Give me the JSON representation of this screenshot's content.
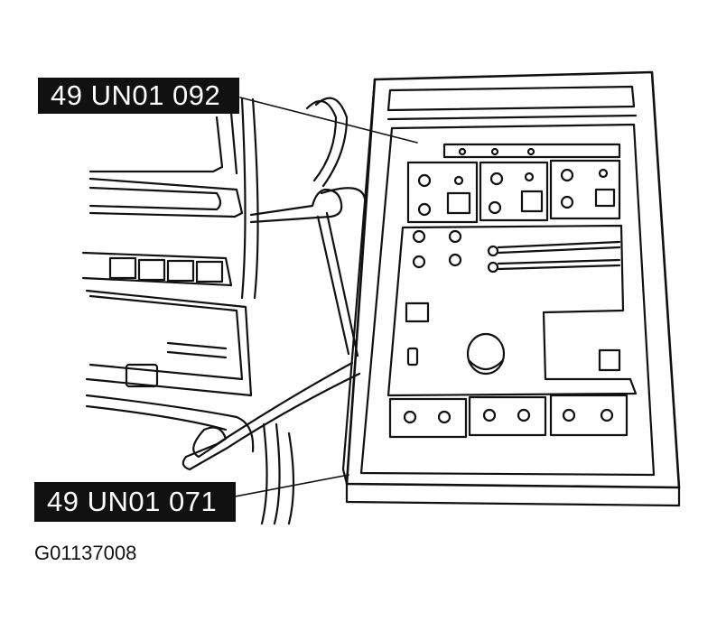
{
  "callouts": {
    "tester": "49 UN01 092",
    "cable": "49 UN01 071"
  },
  "figure_code": "G01137008",
  "colors": {
    "ink": "#111111",
    "paper": "#ffffff"
  }
}
